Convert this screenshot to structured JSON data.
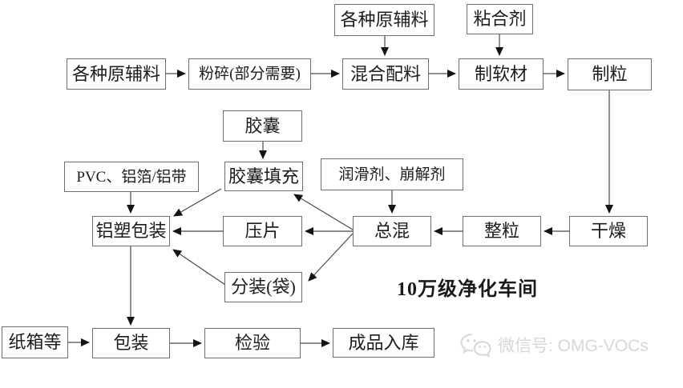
{
  "diagram": {
    "clean_room_label": "10万级净化车间",
    "watermark": {
      "text": "微信号: OMG-VOCs",
      "icon": "wechat-icon"
    },
    "nodes": {
      "raw_materials_top": "各种原辅料",
      "adhesive": "粘合剂",
      "raw_materials_left": "各种原辅料",
      "crushing": "粉碎(部分需要)",
      "mixing": "混合配料",
      "soft_material": "制软材",
      "granulation": "制粒",
      "capsule": "胶囊",
      "pvc_foil": "PVC、铝箔/铝带",
      "capsule_filling": "胶囊填充",
      "lubricant_disintegrant": "润滑剂、崩解剂",
      "alu_plastic_packaging": "铝塑包装",
      "tablet_pressing": "压片",
      "final_mixing": "总混",
      "granule_sizing": "整粒",
      "drying": "干燥",
      "bag_packaging": "分装(袋)",
      "carton": "纸箱等",
      "packing": "包装",
      "inspection": "检验",
      "warehousing": "成品入库"
    }
  }
}
